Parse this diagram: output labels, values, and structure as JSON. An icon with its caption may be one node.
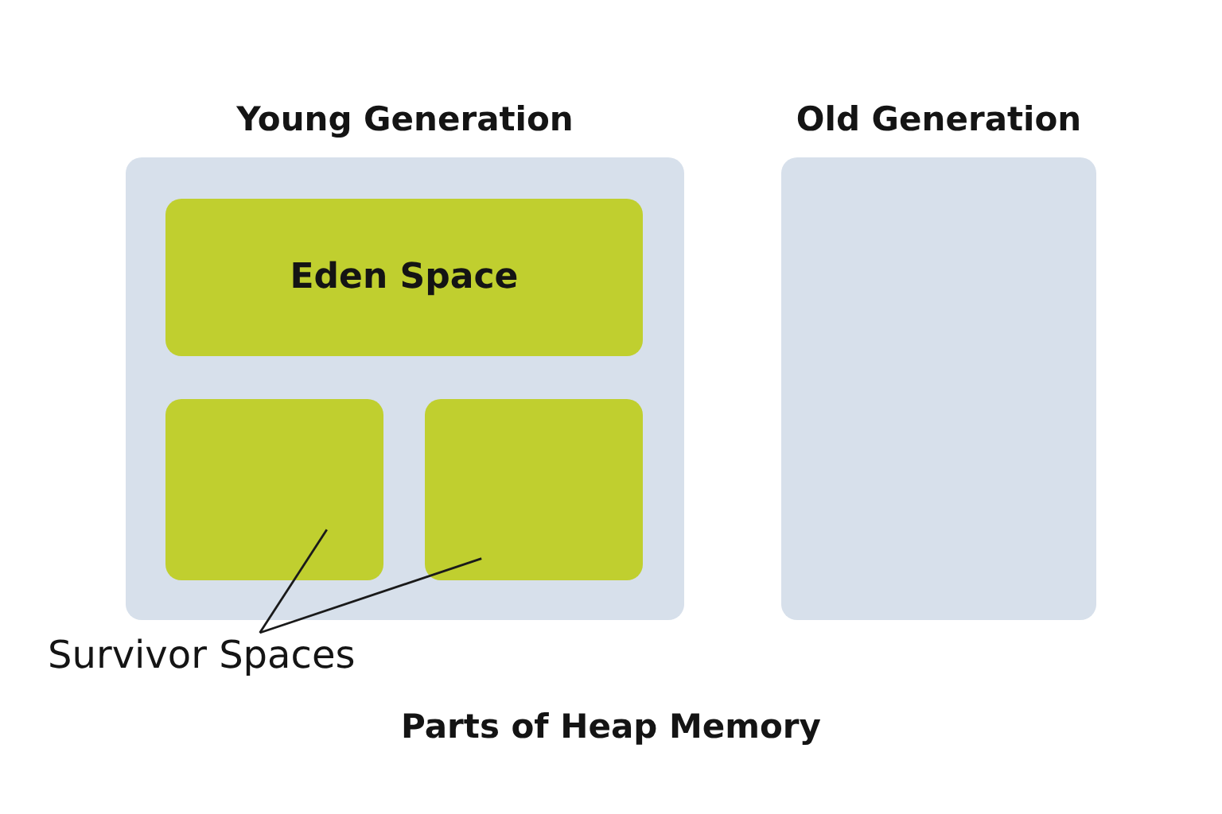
{
  "diagram": {
    "caption": "Parts of Heap Memory",
    "nodes": [
      {
        "text": [
          "Young Generation"
        ]
      },
      {
        "text": [
          "Eden Space"
        ],
        "in": 0
      },
      {
        "text": [],
        "shape": "box",
        "in": 0
      },
      {
        "text": [],
        "shape": "box",
        "in": 0
      },
      {
        "text": [
          "Old Generation"
        ]
      },
      {
        "text": [
          "Survivor Spaces"
        ]
      }
    ],
    "edges": [
      {
        "from": 5,
        "to": 2,
        "arrow": "none"
      },
      {
        "from": 5,
        "to": 3,
        "arrow": "none"
      }
    ]
  }
}
